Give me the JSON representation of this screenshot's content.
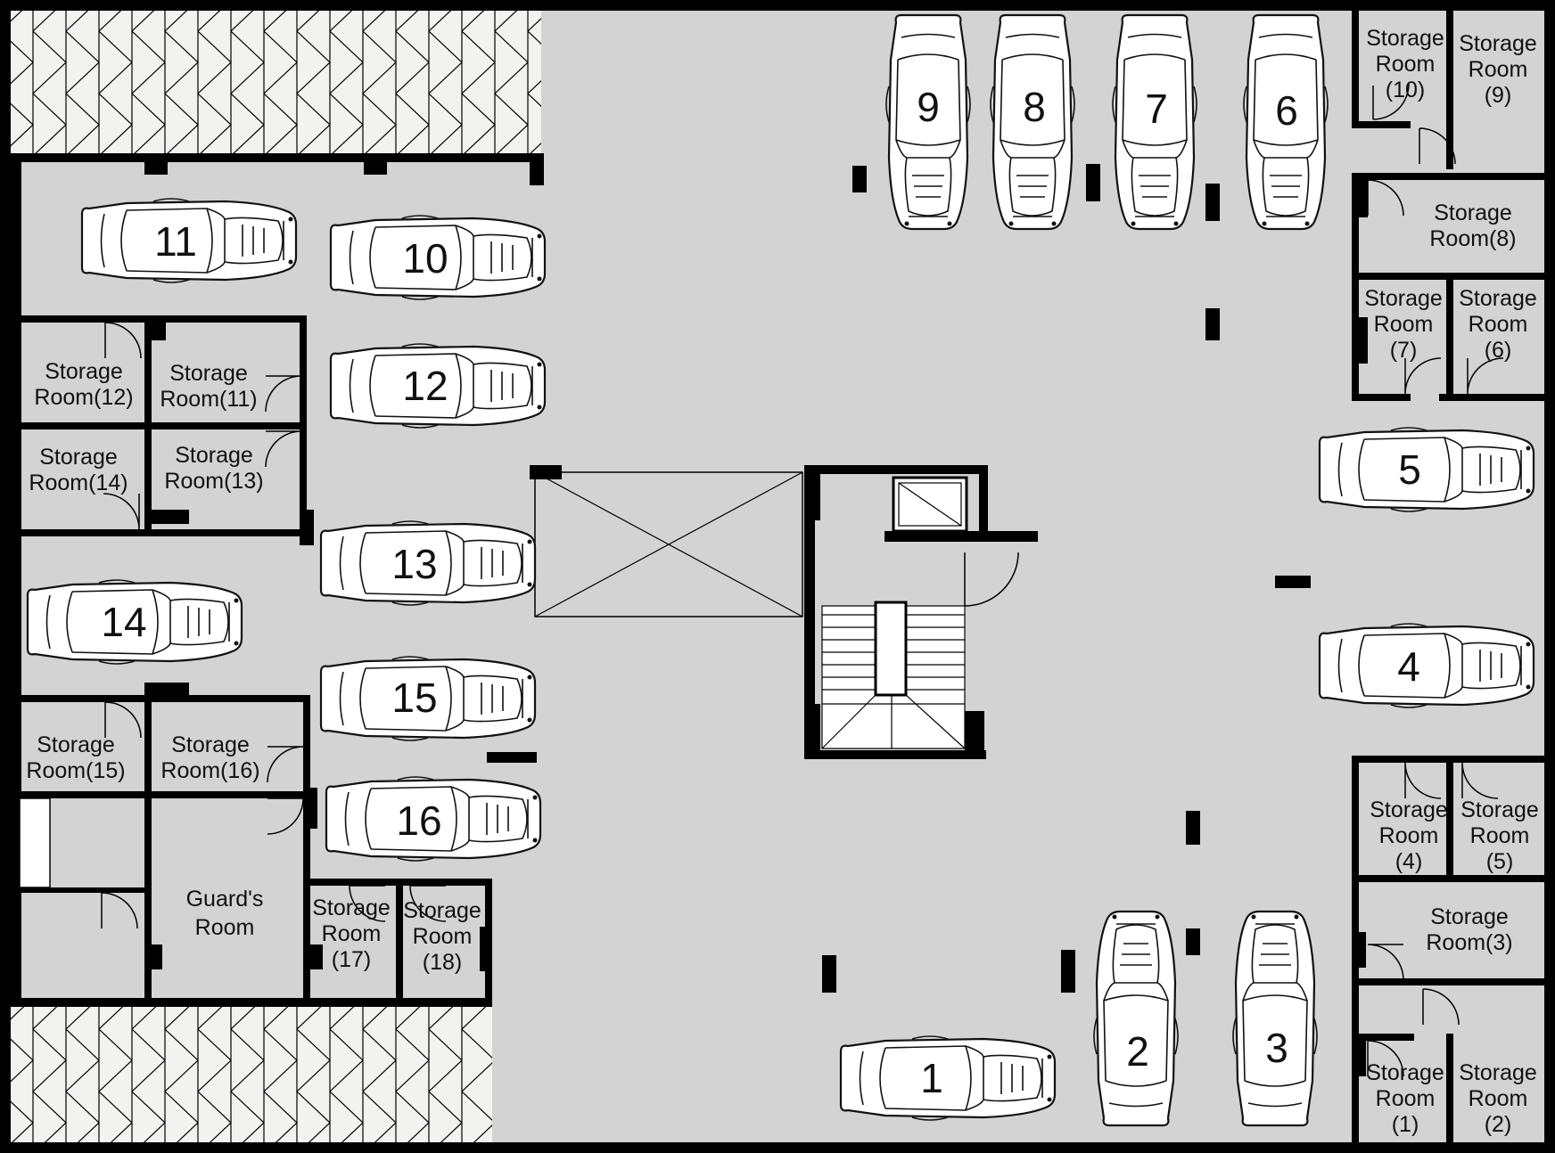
{
  "rooms": {
    "r1": [
      "Storage",
      "Room",
      "(1)"
    ],
    "r2": [
      "Storage",
      "Room",
      "(2)"
    ],
    "r3": [
      "Storage",
      "Room(3)"
    ],
    "r4": [
      "Storage",
      "Room",
      "(4)"
    ],
    "r5": [
      "Storage",
      "Room",
      "(5)"
    ],
    "r6": [
      "Storage",
      "Room",
      "(6)"
    ],
    "r7": [
      "Storage",
      "Room",
      "(7)"
    ],
    "r8": [
      "Storage",
      "Room(8)"
    ],
    "r9": [
      "Storage",
      "Room",
      "(9)"
    ],
    "r10": [
      "Storage",
      "Room",
      "(10)"
    ],
    "r11": [
      "Storage",
      "Room(11)"
    ],
    "r12": [
      "Storage",
      "Room(12)"
    ],
    "r13": [
      "Storage",
      "Room(13)"
    ],
    "r14": [
      "Storage",
      "Room(14)"
    ],
    "r15": [
      "Storage",
      "Room(15)"
    ],
    "r16": [
      "Storage",
      "Room(16)"
    ],
    "r17": [
      "Storage",
      "Room",
      "(17)"
    ],
    "r18": [
      "Storage",
      "Room",
      "(18)"
    ],
    "guard": [
      "Guard's",
      "Room"
    ]
  },
  "spaces": {
    "s1": "1",
    "s2": "2",
    "s3": "3",
    "s4": "4",
    "s5": "5",
    "s6": "6",
    "s7": "7",
    "s8": "8",
    "s9": "9",
    "s10": "10",
    "s11": "11",
    "s12": "12",
    "s13": "13",
    "s14": "14",
    "s15": "15",
    "s16": "16"
  },
  "colors": {
    "floor": "#d3d3d3",
    "wall": "#000000",
    "car": "#ffffff",
    "ramp": "#f2f2f0"
  }
}
